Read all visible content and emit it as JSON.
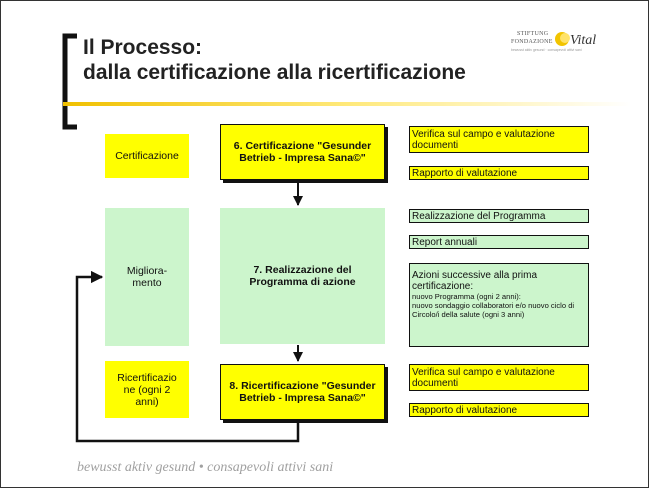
{
  "title": {
    "line1": "Il Processo:",
    "line2": "dalla certificazione alla ricertificazione"
  },
  "logo": {
    "line1": "STIFTUNG",
    "line2": "FONDAZIONE",
    "mark": "Vital",
    "tagline": "bewusst aktiv gesund · consapevoli attivi sani"
  },
  "left": {
    "certificazione": "Certificazione",
    "miglioramento": "Miglioramento",
    "miglioramento_lines": [
      "Migliora-",
      "mento"
    ],
    "ricertificazione": "Ricertificazione (ogni 2 anni)",
    "ricertificazione_lines": [
      "Ricertificazio",
      "ne (ogni 2",
      "anni)"
    ]
  },
  "center": {
    "step6": "6. Certificazione \"Gesunder Betrieb - Impresa Sana©\"",
    "step7": "7. Realizzazione del Programma di azione",
    "step8": "8. Ricertificazione \"Gesunder Betrieb - Impresa Sana©\""
  },
  "right": {
    "verifica_1": "Verifica sul campo e valutazione documenti",
    "rapporto_1": "Rapporto di valutazione",
    "realizzazione": "Realizzazione del Programma",
    "report_annuali": "Report annuali",
    "azioni_head": "Azioni successive alla prima certificazione:",
    "azioni_body": "nuovo Programma (ogni 2 anni):\nnuovo sondaggio collaboratori e/o nuovo ciclo di Circolo/i della salute (ogni 3 anni)",
    "verifica_2": "Verifica sul campo e valutazione documenti",
    "rapporto_2": "Rapporto di valutazione"
  },
  "footer": "bewusst aktiv gesund • consapevoli attivi sani",
  "colors": {
    "yellow": "#ffff00",
    "green": "#ccf5cc",
    "accent": "#f0c000"
  }
}
